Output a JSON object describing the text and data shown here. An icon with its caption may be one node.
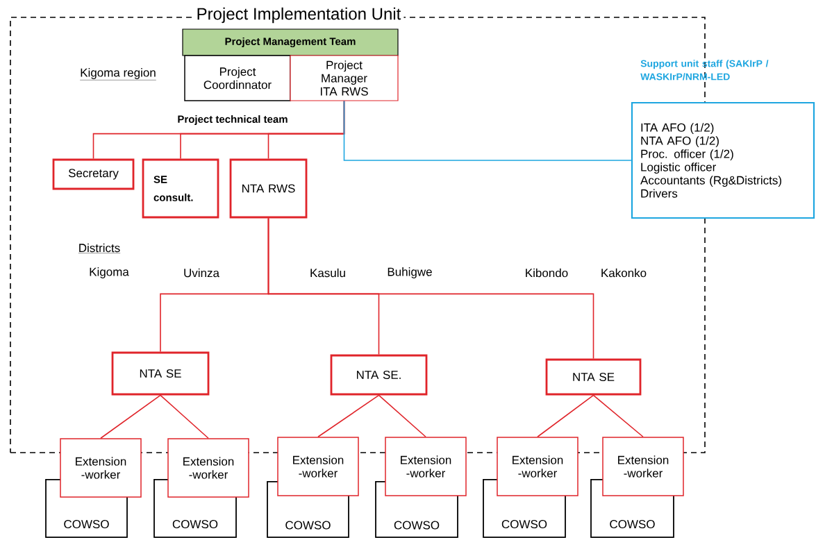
{
  "diagram": {
    "nodes": [
      {
        "text": [
          "Project Implementation Unit"
        ]
      },
      {
        "text": [
          "Project Management Team"
        ],
        "in": 0
      },
      {
        "text": [
          "Project Coordinnator"
        ],
        "in": 0
      },
      {
        "text": [
          "Project Manager ITA RWS"
        ],
        "in": 0
      },
      {
        "text": [
          "Secretary"
        ],
        "in": 0
      },
      {
        "text": [
          "SE consult."
        ],
        "in": 0
      },
      {
        "text": [
          "NTA RWS"
        ],
        "in": 0
      },
      {
        "text": [
          "NTA SE"
        ],
        "in": 0
      },
      {
        "text": [
          "NTA SE."
        ],
        "in": 0
      },
      {
        "text": [
          "NTA SE"
        ],
        "in": 0
      },
      {
        "text": [
          "Extension -worker"
        ]
      },
      {
        "text": [
          "Extension -worker"
        ]
      },
      {
        "text": [
          "Extension -worker"
        ]
      },
      {
        "text": [
          "Extension -worker"
        ]
      },
      {
        "text": [
          "Extension -worker"
        ]
      },
      {
        "text": [
          "Extension -worker"
        ]
      },
      {
        "text": [
          "COWSO"
        ]
      },
      {
        "text": [
          "COWSO"
        ]
      },
      {
        "text": [
          "COWSO"
        ]
      },
      {
        "text": [
          "COWSO"
        ]
      },
      {
        "text": [
          "COWSO"
        ]
      },
      {
        "text": [
          "COWSO"
        ]
      },
      {
        "text": [
          "ITA AFO (1/2)",
          "NTA AFO (1/2)",
          "Proc. officer (1/2)",
          "Logistic officer",
          "Accountants (Rg&Districts)",
          "Drivers"
        ]
      }
    ],
    "edges": [
      {
        "from": 3,
        "to": 4,
        "arrow": "none"
      },
      {
        "from": 3,
        "to": 5,
        "arrow": "none"
      },
      {
        "from": 3,
        "to": 6,
        "arrow": "none"
      },
      {
        "from": 3,
        "to": 22,
        "arrow": "none",
        "color": "#1ea6e0"
      },
      {
        "from": 6,
        "to": 7,
        "arrow": "none"
      },
      {
        "from": 6,
        "to": 8,
        "arrow": "none"
      },
      {
        "from": 6,
        "to": 9,
        "arrow": "none"
      },
      {
        "from": 7,
        "to": 10,
        "arrow": "none"
      },
      {
        "from": 7,
        "to": 11,
        "arrow": "none"
      },
      {
        "from": 8,
        "to": 12,
        "arrow": "none"
      },
      {
        "from": 8,
        "to": 13,
        "arrow": "none"
      },
      {
        "from": 9,
        "to": 14,
        "arrow": "none"
      },
      {
        "from": 9,
        "to": 15,
        "arrow": "none"
      }
    ],
    "labels": [
      "Support unit staff (SAKIrP / WASKIrP/NRM-LED",
      "Kigoma region",
      "Project technical team",
      "Districts",
      "Kigoma",
      "Uvinza",
      "Kasulu",
      "Buhigwe",
      "Kibondo",
      "Kakonko"
    ]
  }
}
